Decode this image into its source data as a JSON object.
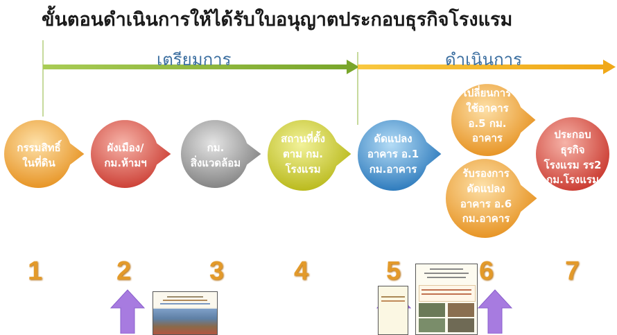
{
  "title": "ขั้นตอนดำเนินการให้ได้รับใบอนุญาตประกอบธุรกิจโรงแรม",
  "phases": {
    "prepare": "เตรียมการ",
    "operate": "ดำเนินการ"
  },
  "stages": [
    {
      "label": "กรรมสิทธิ์\nในที่ดิน",
      "number": "1"
    },
    {
      "label": "ผังเมือง/\nกม.ห้ามฯ",
      "number": "2"
    },
    {
      "label": "กม.\nสิ่งแวดล้อม",
      "number": "3"
    },
    {
      "label": "สถานที่ตั้ง\nตาม กม.\nโรงแรม",
      "number": "4"
    },
    {
      "label": "ดัดแปลง\nอาคาร อ.1\nกม.อาคาร",
      "number": "5"
    },
    {
      "label": "เปลี่ยนการ\nใช้อาคาร\nอ.5 กม.\nอาคาร",
      "number": "6"
    },
    {
      "label": "รับรองการ\nดัดแปลง\nอาคาร อ.6\nกม.อาคาร",
      "number": ""
    },
    {
      "label": "ประกอบ\nธุรกิจ\nโรงแรม รร2\nกม.โรงแรม",
      "number": "7"
    }
  ],
  "colors": {
    "prepare_arrow": "#8db53a",
    "operate_arrow": "#f2b320",
    "stage1": "#f0a030",
    "stage2": "#d9534a",
    "stage3": "#9a9a9a",
    "stage4": "#c8c830",
    "stage5": "#3a8fd0",
    "stage6": "#f0a030",
    "stage7": "#d9534a",
    "pointer_arrow": "#a77be0",
    "number": "#e39a2a"
  },
  "icons": [
    "up-arrow-icon",
    "up-arrow-icon",
    "up-arrow-icon"
  ]
}
